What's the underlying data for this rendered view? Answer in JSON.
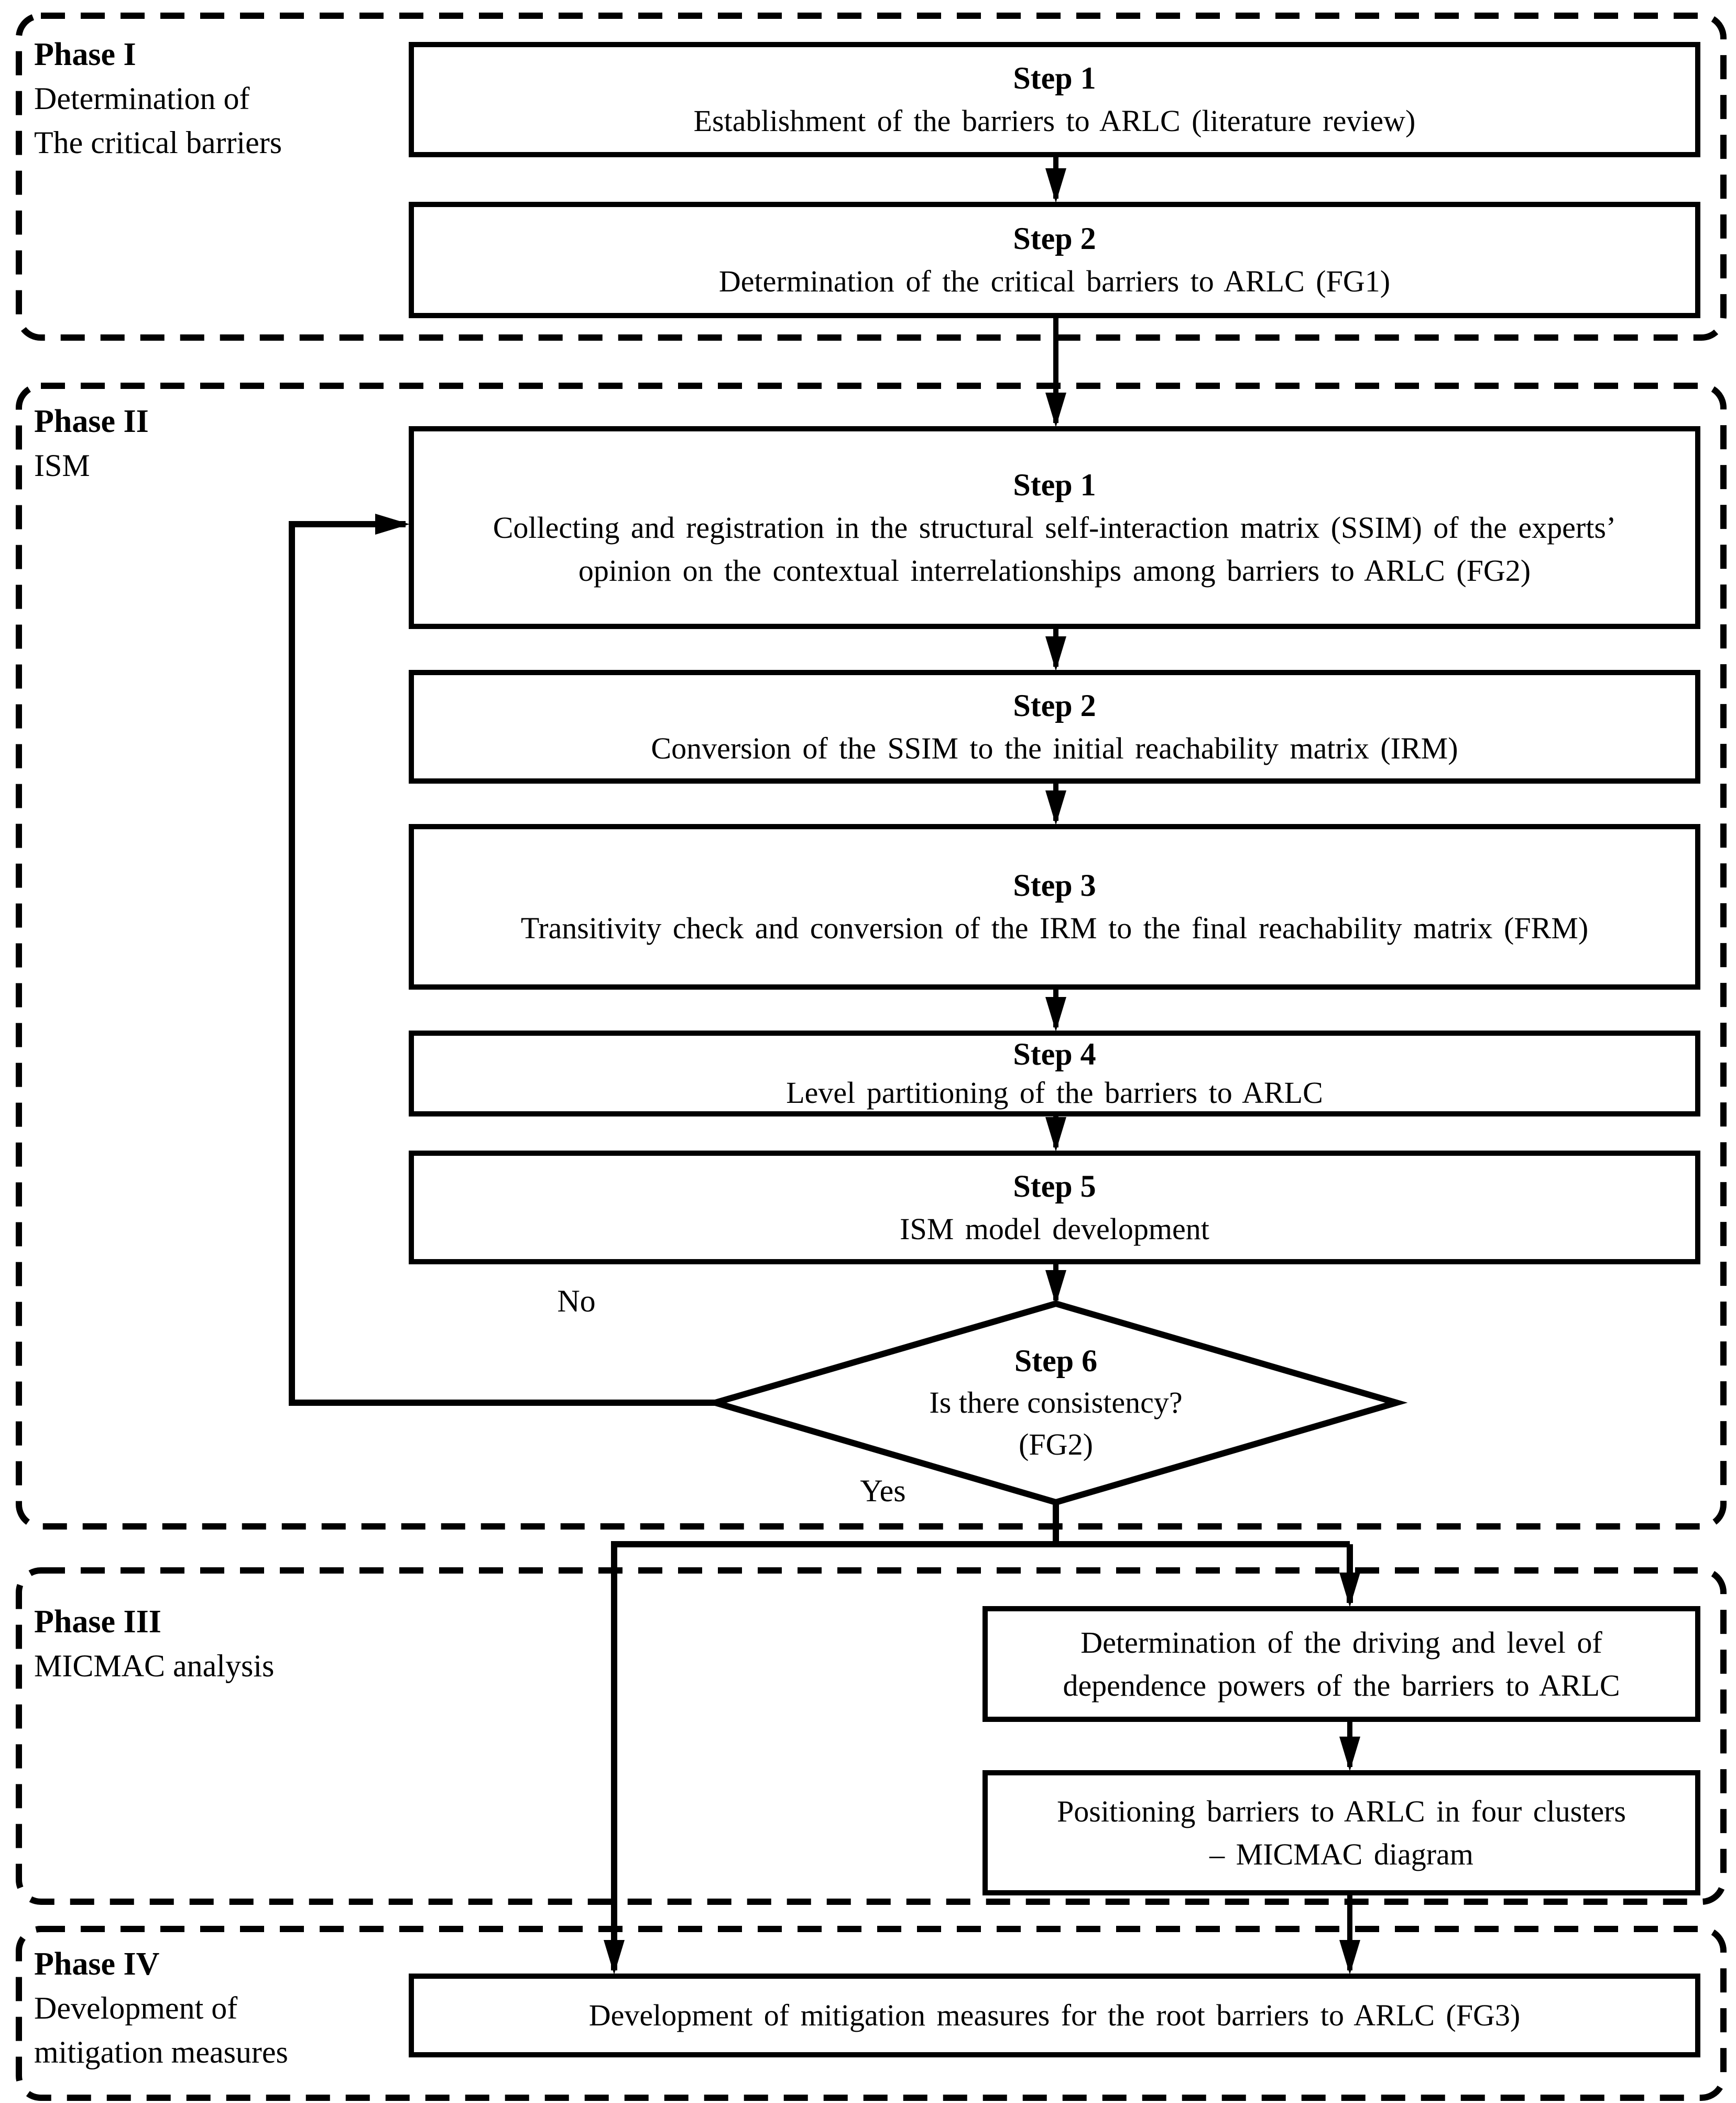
{
  "colors": {
    "ink": "#000000",
    "background": "#ffffff"
  },
  "phases": [
    {
      "title": "Phase I",
      "lines": [
        "Determination of",
        "The critical barriers"
      ]
    },
    {
      "title": "Phase II",
      "lines": [
        "ISM"
      ]
    },
    {
      "title": "Phase III",
      "lines": [
        "MICMAC analysis"
      ]
    },
    {
      "title": "Phase IV",
      "lines": [
        "Development of",
        "mitigation measures"
      ]
    }
  ],
  "steps": {
    "p1s1": {
      "heading": "Step 1",
      "body": "Establishment of the barriers to ARLC (literature review)"
    },
    "p1s2": {
      "heading": "Step 2",
      "body": "Determination of the critical barriers to ARLC (FG1)"
    },
    "p2s1": {
      "heading": "Step 1",
      "body": "Collecting and registration in the structural self-interaction matrix (SSIM) of the experts’ opinion on the contextual interrelationships among barriers to ARLC (FG2)"
    },
    "p2s2": {
      "heading": "Step 2",
      "body": "Conversion of the SSIM to the initial reachability matrix (IRM)"
    },
    "p2s3": {
      "heading": "Step 3",
      "body": "Transitivity check and conversion of the IRM to the final reachability matrix (FRM)"
    },
    "p2s4": {
      "heading": "Step 4",
      "body": "Level partitioning of the barriers to ARLC"
    },
    "p2s5": {
      "heading": "Step 5",
      "body": "ISM model development"
    },
    "p3b1": {
      "body": "Determination of the driving and level of dependence powers of the barriers to ARLC"
    },
    "p3b2": {
      "body": "Positioning barriers to ARLC in four clusters – MICMAC diagram"
    },
    "p4b1": {
      "body": "Development of mitigation measures for the root barriers to ARLC (FG3)"
    }
  },
  "decision": {
    "heading": "Step 6",
    "question": "Is there consistency?",
    "note": "(FG2)"
  },
  "branch_labels": {
    "no": "No",
    "yes": "Yes"
  }
}
